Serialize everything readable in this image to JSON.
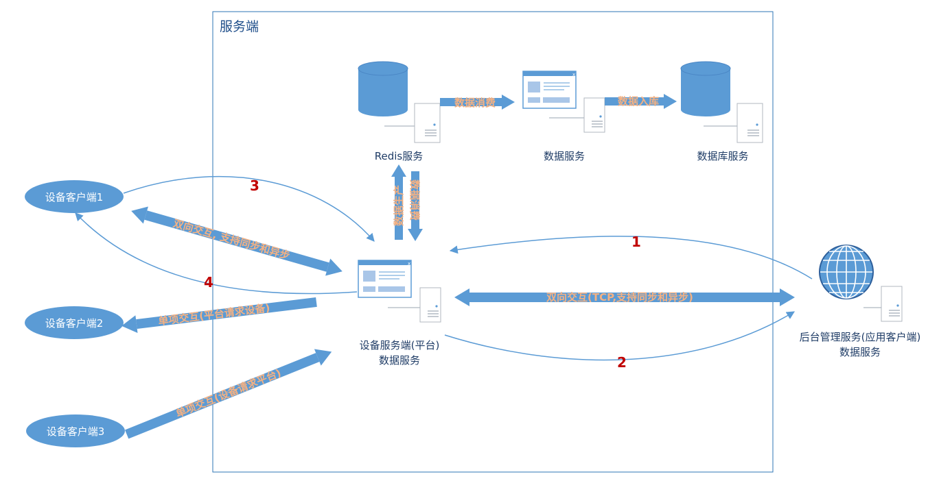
{
  "boundary": {
    "title": "服务端"
  },
  "nodes": {
    "redis": {
      "label": "Redis服务"
    },
    "data_service": {
      "label": "数据服务"
    },
    "database": {
      "label": "数据库服务"
    },
    "device_server": {
      "label_line1": "设备服务端(平台)",
      "label_line2": "数据服务"
    },
    "admin": {
      "label_line1": "后台管理服务(应用客户端)",
      "label_line2": "数据服务"
    },
    "client1": {
      "label": "设备客户端1"
    },
    "client2": {
      "label": "设备客户端2"
    },
    "client3": {
      "label": "设备客户端3"
    }
  },
  "arrows": {
    "redis_to_data": "数据消费",
    "data_to_db": "数据入库",
    "up_produce": "数据生产",
    "down_consume": "数据消费",
    "client1_bidir": "双向交互, 支持同步和异步",
    "client2_single": "单项交互(平台请求设备)",
    "client3_single": "单项交互(设备请求平台)",
    "admin_bidir": "双向交互(TCP,支持同步和异步)"
  },
  "step_numbers": {
    "s1": "1",
    "s2": "2",
    "s3": "3",
    "s4": "4"
  },
  "colors": {
    "accent": "#5b9bd5",
    "label_orange": "#f4b183",
    "number_red": "#c00000"
  }
}
